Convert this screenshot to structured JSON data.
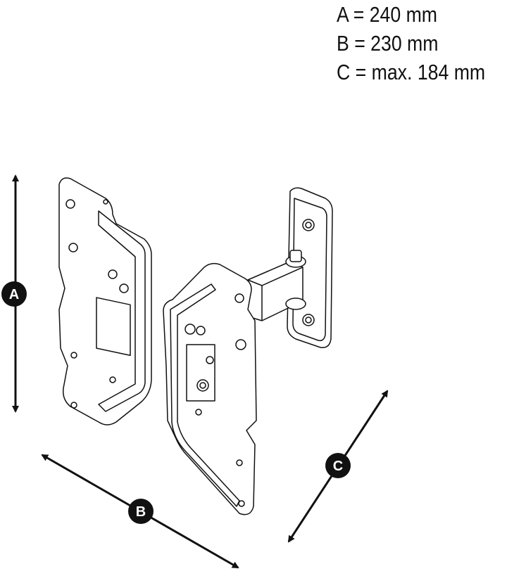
{
  "dimensions": [
    {
      "key": "A",
      "text": "A = 240 mm"
    },
    {
      "key": "B",
      "text": "B = 230 mm"
    },
    {
      "key": "C",
      "text": "C = max. 184 mm"
    }
  ],
  "labels": {
    "a": "A",
    "b": "B",
    "c": "C"
  }
}
